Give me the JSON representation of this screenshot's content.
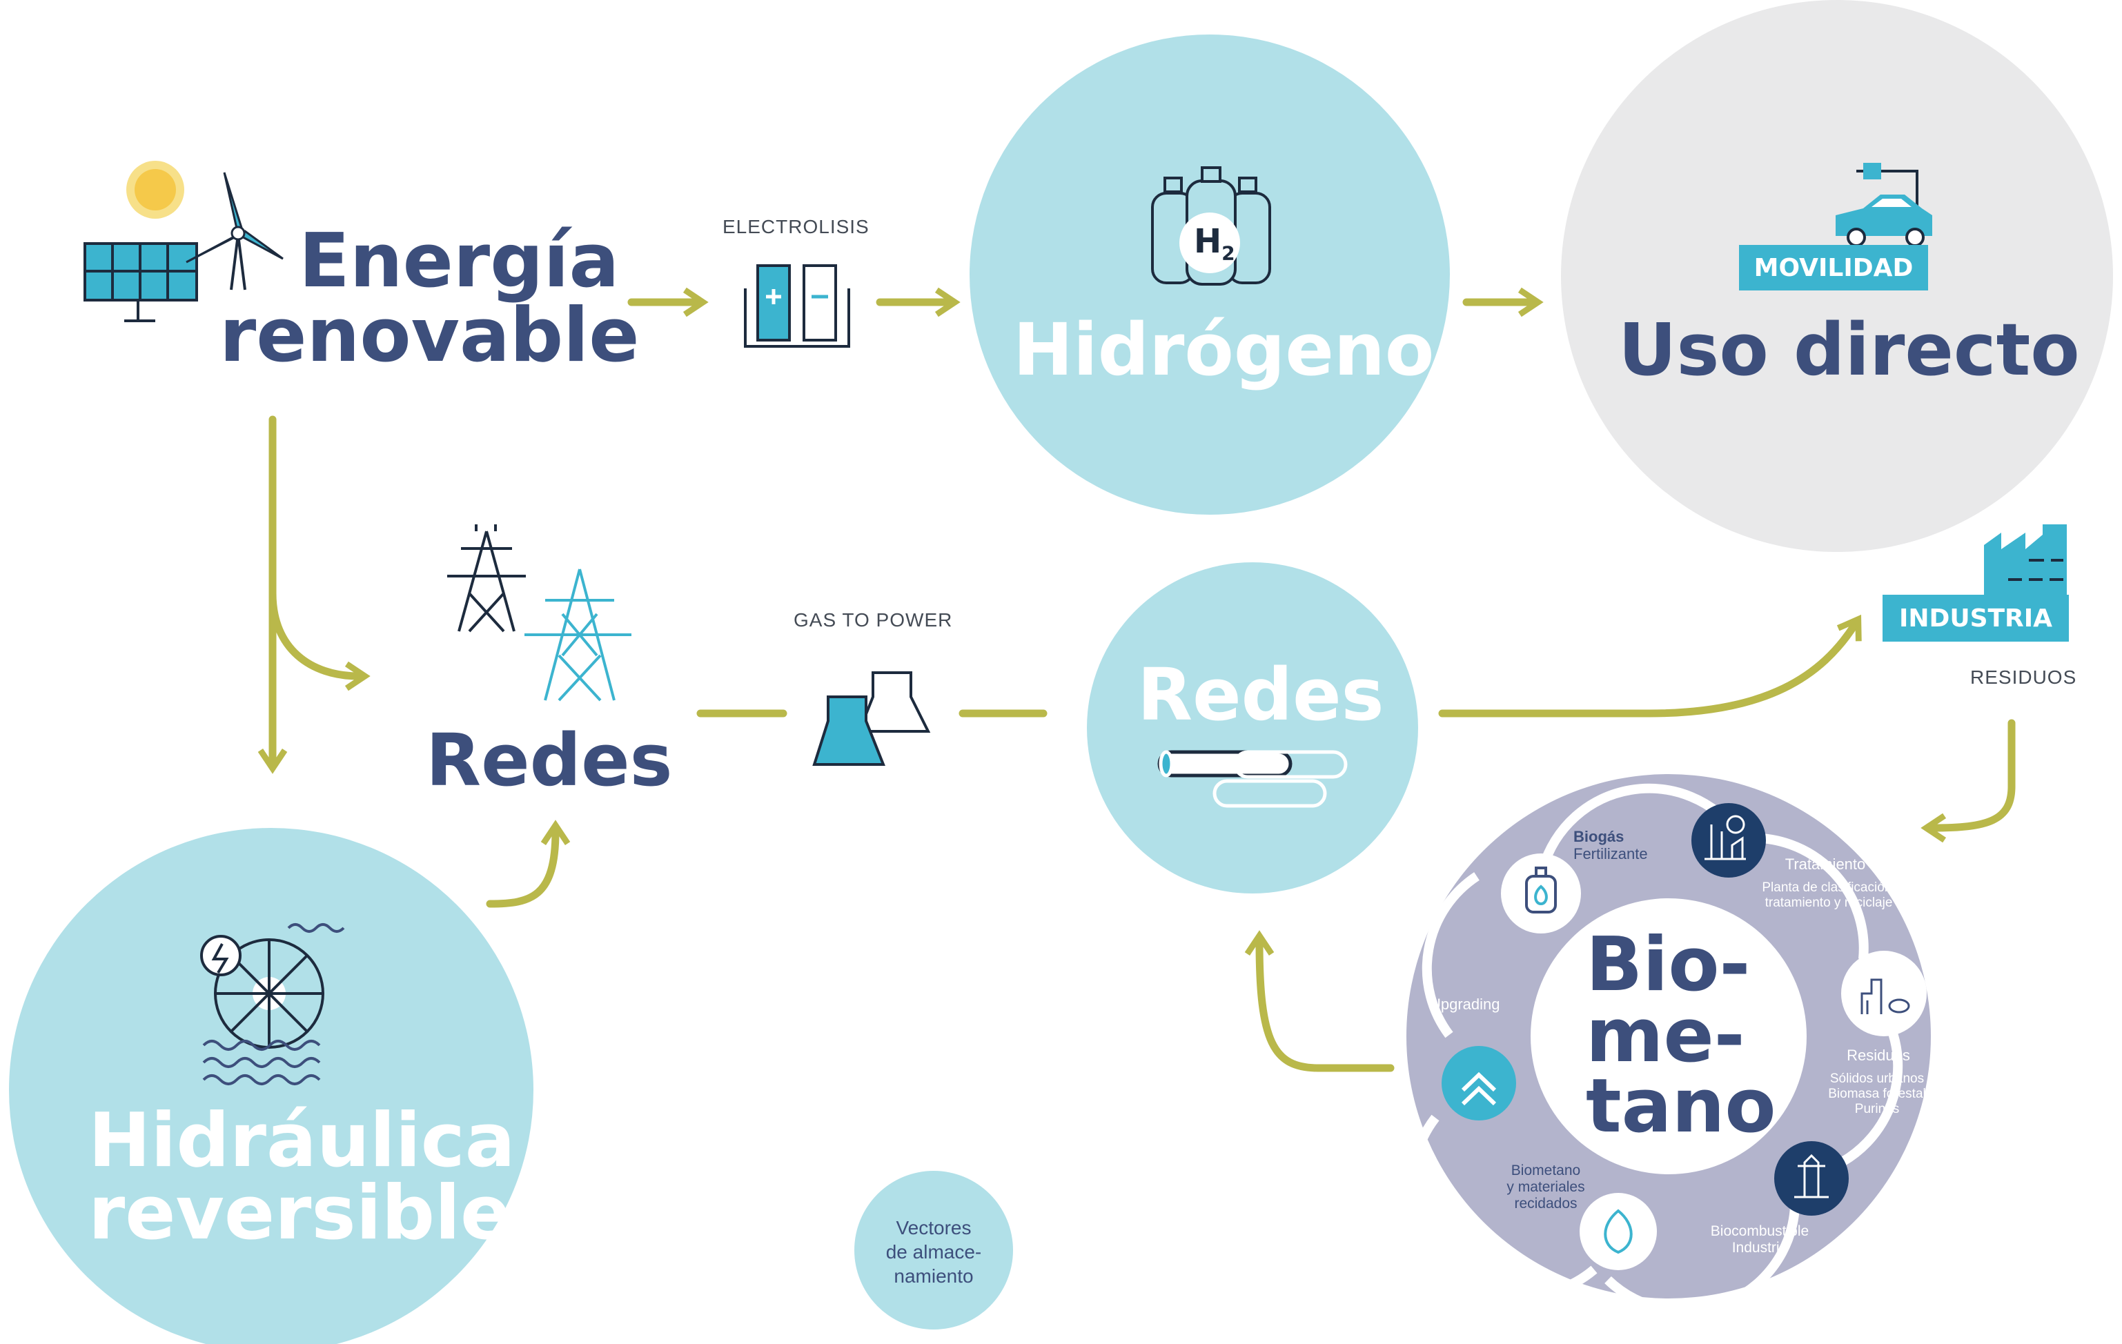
{
  "colors": {
    "arrow": "#b9b84a",
    "light_blue": "#b1e0e8",
    "grey": "#e9e9ea",
    "navy": "#3d4f7c",
    "accent": "#3cb4cf",
    "ring": "#b3b4cc"
  },
  "energia": {
    "line1": "Energía",
    "line2": "renovable"
  },
  "electrolisis": "ELECTROLISIS",
  "hidrogeno": {
    "title": "Hidrógeno",
    "h2": "H",
    "h2_sub": "2"
  },
  "uso_directo": {
    "title": "Uso directo",
    "movilidad": "MOVILIDAD"
  },
  "industria": "INDUSTRIA",
  "residuos": "RESIDUOS",
  "redes_left": "Redes",
  "gas_to_power": "GAS TO POWER",
  "redes_circle": "Redes",
  "hidraulica": {
    "line1": "Hidráulica",
    "line2": "reversible"
  },
  "vectores": {
    "line1": "Vectores",
    "line2": "de almace-",
    "line3": "namiento"
  },
  "biometano": {
    "title_line1": "Bio-",
    "title_line2": "me-",
    "title_line3": "tano",
    "biogas": "Biogás",
    "fertilizante": "Fertilizante",
    "tratamiento": "Tratamiento",
    "tratamiento_desc1": "Planta de clasificación,",
    "tratamiento_desc2": "tratamiento y reciclaje",
    "upgrading": "Upgrading",
    "residuos": "Residuos",
    "residuos_desc1": "Sólidos urbanos",
    "residuos_desc2": "Biomasa forestal",
    "residuos_desc3": "Purines",
    "biometano1": "Biometano",
    "biometano2": "y materiales",
    "biometano3": "recidados",
    "biocombustible": "Biocombustible",
    "industria": "Industria"
  }
}
